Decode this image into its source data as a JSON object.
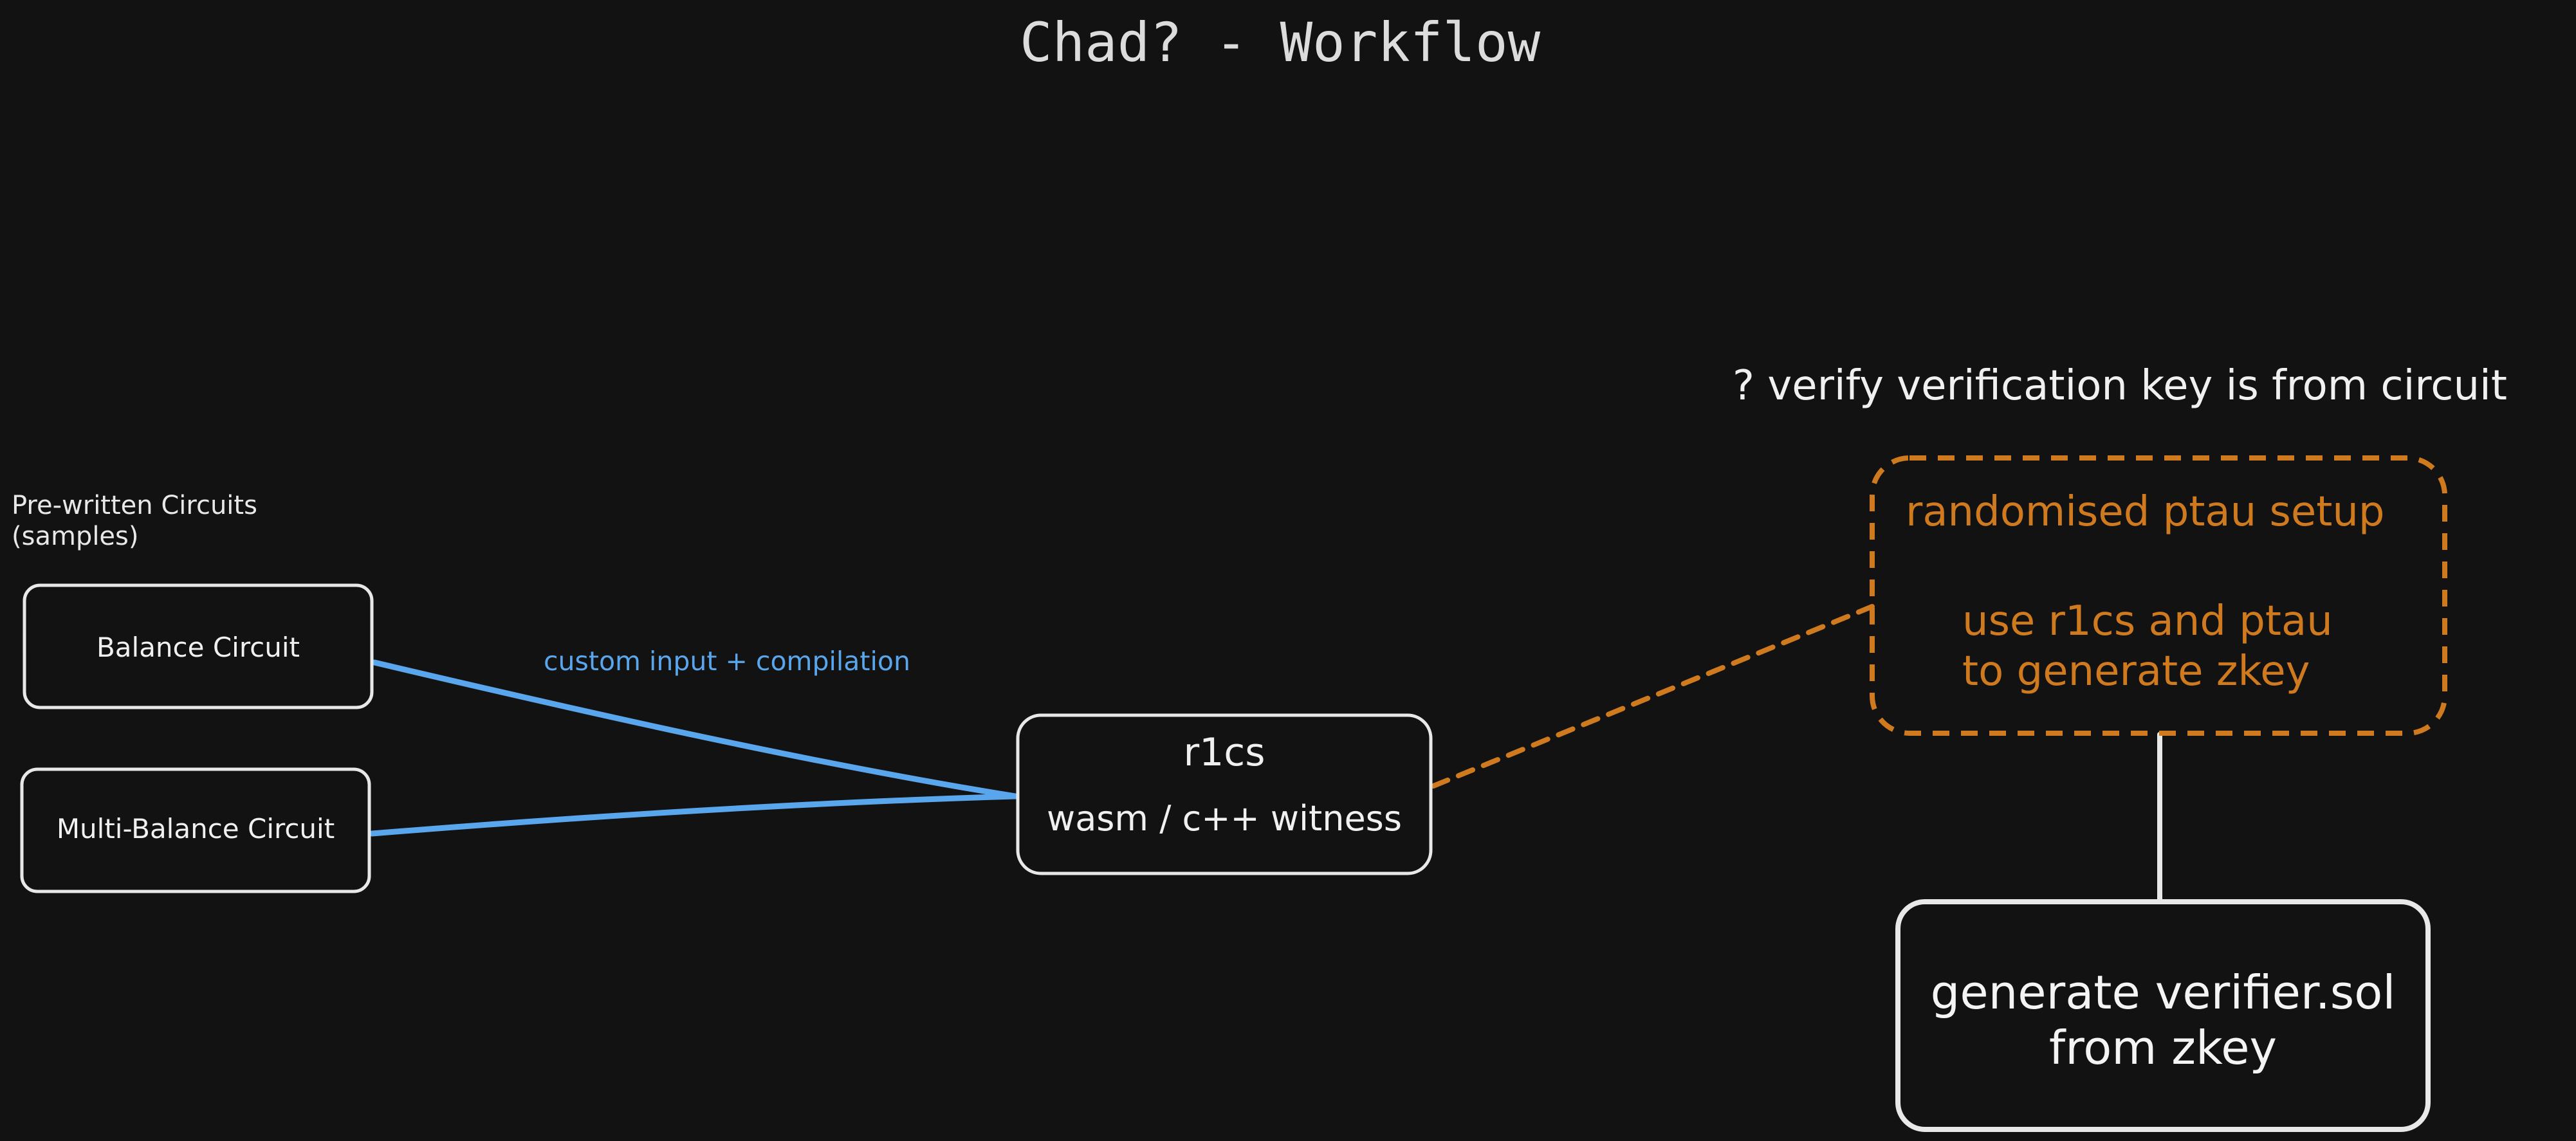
{
  "title": "Chad? - Workflow",
  "side_label": {
    "line1": "Pre-written Circuits",
    "line2": "(samples)"
  },
  "nodes": {
    "balance_circuit": "Balance Circuit",
    "multi_balance_circuit": "Multi-Balance Circuit",
    "r1cs": {
      "title": "r1cs",
      "subtitle": "wasm / c++ witness"
    },
    "ptau": {
      "line1": "randomised ptau setup",
      "line2": "use r1cs and ptau",
      "line3": "to generate zkey"
    },
    "verifier": {
      "line1": "generate verifier.sol",
      "line2": "from zkey"
    }
  },
  "edge_label": "custom input + compilation",
  "question_note": "? verify verification key is from circuit",
  "colors": {
    "background": "#121212",
    "stroke": "#e8e8e8",
    "blue": "#5aa6ec",
    "orange": "#cf7a1e"
  }
}
